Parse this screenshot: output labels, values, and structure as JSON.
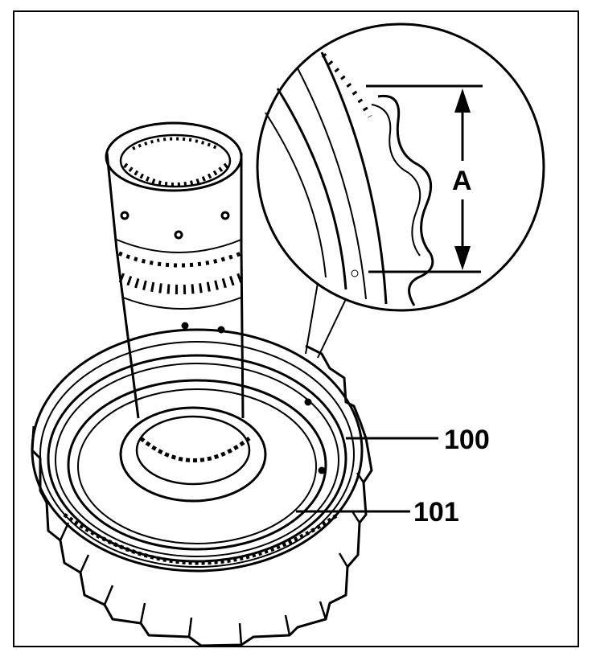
{
  "figure": {
    "callouts": {
      "dimension": "A",
      "part_100": "100",
      "part_101": "101"
    },
    "line_color": "#000000",
    "background": "#ffffff"
  }
}
